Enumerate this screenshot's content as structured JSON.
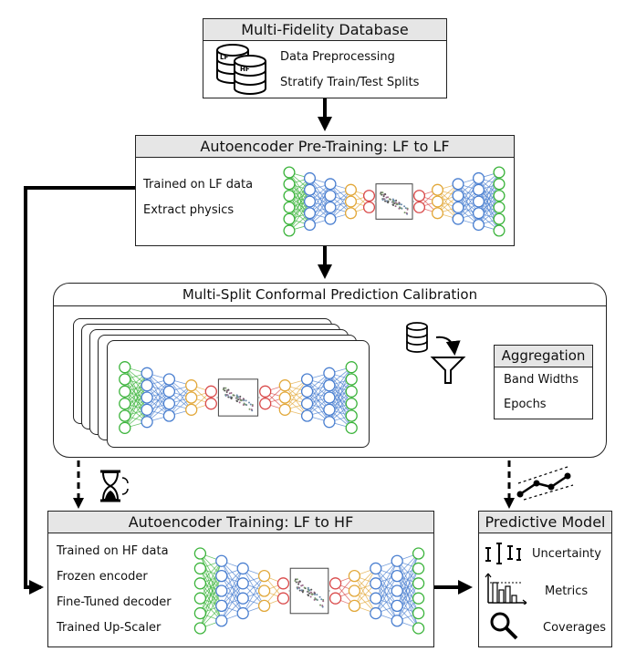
{
  "database": {
    "title": "Multi-Fidelity Database",
    "items": [
      "Data Preprocessing",
      "Stratify Train/Test Splits"
    ],
    "icon_labels": [
      "LF",
      "HF"
    ]
  },
  "pretrain": {
    "title": "Autoencoder Pre-Training: LF to LF",
    "items": [
      "Trained on LF data",
      "Extract physics"
    ]
  },
  "conformal": {
    "title": "Multi-Split Conformal Prediction Calibration"
  },
  "aggregation": {
    "title": "Aggregation",
    "items": [
      "Band Widths",
      "Epochs"
    ]
  },
  "training": {
    "title": "Autoencoder Training: LF to HF",
    "items": [
      "Trained on HF data",
      "Frozen encoder",
      "Fine-Tuned decoder",
      "Trained Up-Scaler"
    ]
  },
  "predictive": {
    "title": "Predictive Model",
    "items": [
      {
        "label": "Uncertainty",
        "icon": "error-bars-icon"
      },
      {
        "label": "Metrics",
        "icon": "bar-chart-icon"
      },
      {
        "label": "Coverages",
        "icon": "magnifier-icon"
      }
    ]
  },
  "colors": {
    "header_bg": "#e6e6e6",
    "green": "#3cb43c",
    "blue": "#4a7fd0",
    "orange": "#e2a83a",
    "red": "#d94a4a",
    "brown": "#b35a1a"
  }
}
